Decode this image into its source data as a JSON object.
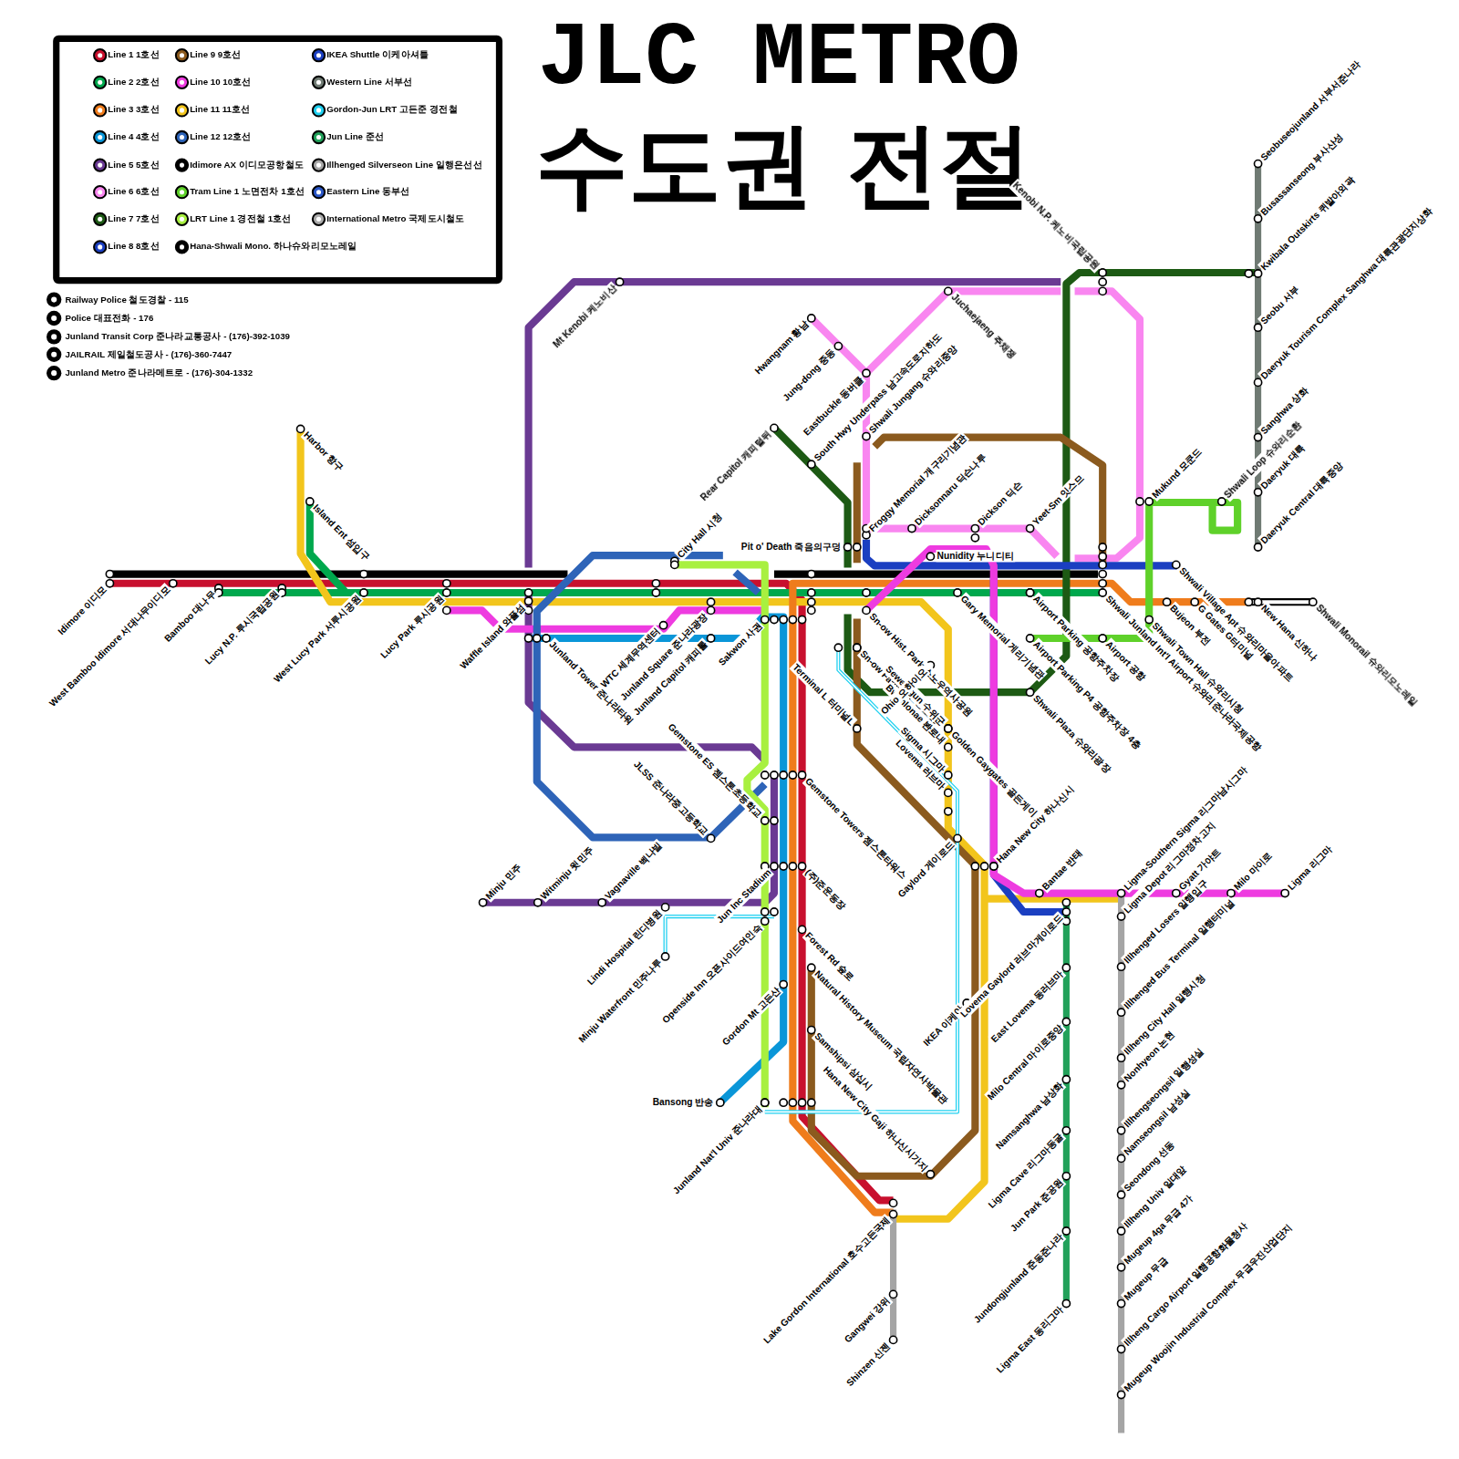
{
  "diagram": {
    "title": "JLC METRO",
    "labels": [
      "수도권 전절",
      "Railway Police 철도경찰 - 115",
      "Police 대표전화 - 176",
      "Junland Transit Corp 준나라교통공사 - (176)-392-1039",
      "JAILRAIL 제일철도공사 - (176)-360-7447",
      "Junland Metro 준나라메트로 - (176)-304-1332",
      "Idimore 이디모",
      "West Bamboo Idimore 서대나무이디모",
      "Bamboo 대나무",
      "Lucy N.P. 루시국립공원",
      "West Lucy Park 서루시공원",
      "Harbor 항구",
      "Island Ent 섬입구",
      "Lucy Park 루시공원",
      "Waffle Island 와플섬",
      "Mt Kenobi 케노비산",
      "Junland Tower 준나라타워",
      "WTC 세계무역센터",
      "City Hall 시청",
      "Junland Square 준나라광장",
      "Junland Capitol 캐피톨",
      "Sakwon 사권",
      "Gemstone ES 젬스톤초등학교",
      "JLSS 준나라중고등학교",
      "Minju 민주",
      "Witminju 윗민주",
      "Vagnaville 벡나빌",
      "Lindi Hospital 린디병원",
      "Minju Waterfront 민주나루",
      "Jun Inc Stadium",
      "Openside Inn 오픈사이드여인숙",
      "Gordon Mt 고든산",
      "Bansong 반송",
      "Junland Nat'l Univ 준나라대",
      "Terminal L 터미널L",
      "Gemstone Towers 젬스톤타워스",
      "(주)준운동장",
      "Forest Rd 숲로",
      "Natural History Museum 국립자연사박물관",
      "Samshipsi 삼십시",
      "Hana New City Gaji 하나신시가지",
      "Lake Gordon International 호수고든국제",
      "Gangwei 강위",
      "Shinzen 신젠",
      "Hwangnam 황남",
      "Jung-dong 중동",
      "Eastbuckle 동버클",
      "South Hwy Underpass 남고속도로지하도",
      "Shwali Jungang 슈와리중앙",
      "Juchaejaeng 주채쟁",
      "Rear Capitol 캐피털뒤",
      "Pit o' Death 죽음의구덩",
      "Froggy Memorial 개구리기념관",
      "Dicksonnaru 딕슨나루",
      "Dickson 딕슨",
      "Yeet-Sm 잇스므",
      "Nunidity 누니디티",
      "Kenobi N.P. 케노비국립공원",
      "Sn-ow Hist. Park 스노우역사공원",
      "Sn-ow Farm 스노우농장",
      "Sewey-gun 수위군",
      "Bwanlonae 봔로내",
      "Sigma 시그마",
      "Lovema 러브마",
      "Golden Gaygates 골든게이트",
      "Ohio 오하이오",
      "Gary Memorial 게리기념관",
      "Gaylord 게이로드",
      "Hana New City 하나신시",
      "Bantae 반태",
      "IKEA 이케아",
      "Lovema Gaylord 러브마게이로드",
      "East Lovema 동러브마",
      "Milo Central 마이로중앙",
      "Namsanghwa 남상화",
      "Ligma Cave 리그마동굴",
      "Jun Park 준공원",
      "Jundongjunland 준동준나라",
      "Ligma East 동리그마",
      "Airport Parking 공항주차장",
      "Airport Parking P4 공항주차장 4층",
      "Shwali Plaza 슈와리광장",
      "Airport 공항",
      "Shwali Junland Int'l Airport 슈와리준나라국제공항",
      "Shwali Town Hall 슈와리시청",
      "Mukund 모쿤드",
      "Shwali Loop 슈와리순환",
      "Shwali Village Apt 슈와리마을아파트",
      "Bujeon 부전",
      "G Gates G터미널",
      "New Hana 신하나",
      "Shwali Monorail 슈와리모노레일",
      "Seobuseojunland 서부서준나라",
      "Busassanseong 부사산성",
      "Kwibala Outskirts 퀴발아외곽",
      "Seobu 서부",
      "Daeryuk Tourism Complex Sanghwa 대륙관광단지상화",
      "Sanghwa 상화",
      "Daeryuk 대륙",
      "Daeryuk Central 대륙중앙",
      "Ligma-Southern Sigma 리그마남시그마",
      "Gyatt 가야트",
      "Milo 마이로",
      "Ligma 리그마",
      "Ligma Depot 리그마정차고지",
      "Illhenged Losers 일행입구",
      "Illhenged Bus Terminal 일행터미널",
      "Illheng City Hall 일행시청",
      "Nonhyeon 논현",
      "Illhengseongsil 일행성실",
      "Namseongsil 남성실",
      "Seondong 선동",
      "Illheng Univ 일대앞",
      "Mugeup 4ga 무급 4가",
      "Mugeup 무급",
      "Illheng Cargo Airport 일행공항화물청사",
      "Mugeup Woojin Industrial Complex 무급우진산업단지"
    ],
    "legend": [
      {
        "text": "Line 1 1호선",
        "color": "#c8102e"
      },
      {
        "text": "Line 2 2호선",
        "color": "#00a84d"
      },
      {
        "text": "Line 3 3호선",
        "color": "#ef7c1c"
      },
      {
        "text": "Line 4 4호선",
        "color": "#0a96d8"
      },
      {
        "text": "Line 5 5호선",
        "color": "#6a3a93"
      },
      {
        "text": "Line 6 6호선",
        "color": "#f986f0"
      },
      {
        "text": "Line 7 7호선",
        "color": "#1d5a14"
      },
      {
        "text": "Line 8 8호선",
        "color": "#1b3fc1"
      },
      {
        "text": "Line 9 9호선",
        "color": "#8b5a1e"
      },
      {
        "text": "Line 10 10호선",
        "color": "#ee3be0"
      },
      {
        "text": "Line 11 11호선",
        "color": "#f2c51c"
      },
      {
        "text": "Line 12 12호선",
        "color": "#2e64b8"
      },
      {
        "text": "Idimore AX 이디모공항철도",
        "color": "#000000"
      },
      {
        "text": "Tram Line 1 노면전차 1호선",
        "color": "#5fd12a"
      },
      {
        "text": "LRT Line 1 경전철 1호선",
        "color": "#a8f040"
      },
      {
        "text": "Hana-Shwali Mono. 하나슈와리모노레일",
        "color": "#000000"
      },
      {
        "text": "IKEA Shuttle 이케아셔틀",
        "color": "#1b3fc1"
      },
      {
        "text": "Western Line 서부선",
        "color": "#6f7a73"
      },
      {
        "text": "Gordon-Jun LRT 고든준 경전철",
        "color": "#1fd0f0"
      },
      {
        "text": "Jun Line 준선",
        "color": "#22a15a"
      },
      {
        "text": "Illhenged Silverseon Line 일행은선선",
        "color": "#a5a5a5"
      },
      {
        "text": "Eastern Line 동부선",
        "color": "#2a56c6"
      },
      {
        "text": "International Metro 국제도시철도",
        "color": "#aaaaaa"
      }
    ]
  }
}
